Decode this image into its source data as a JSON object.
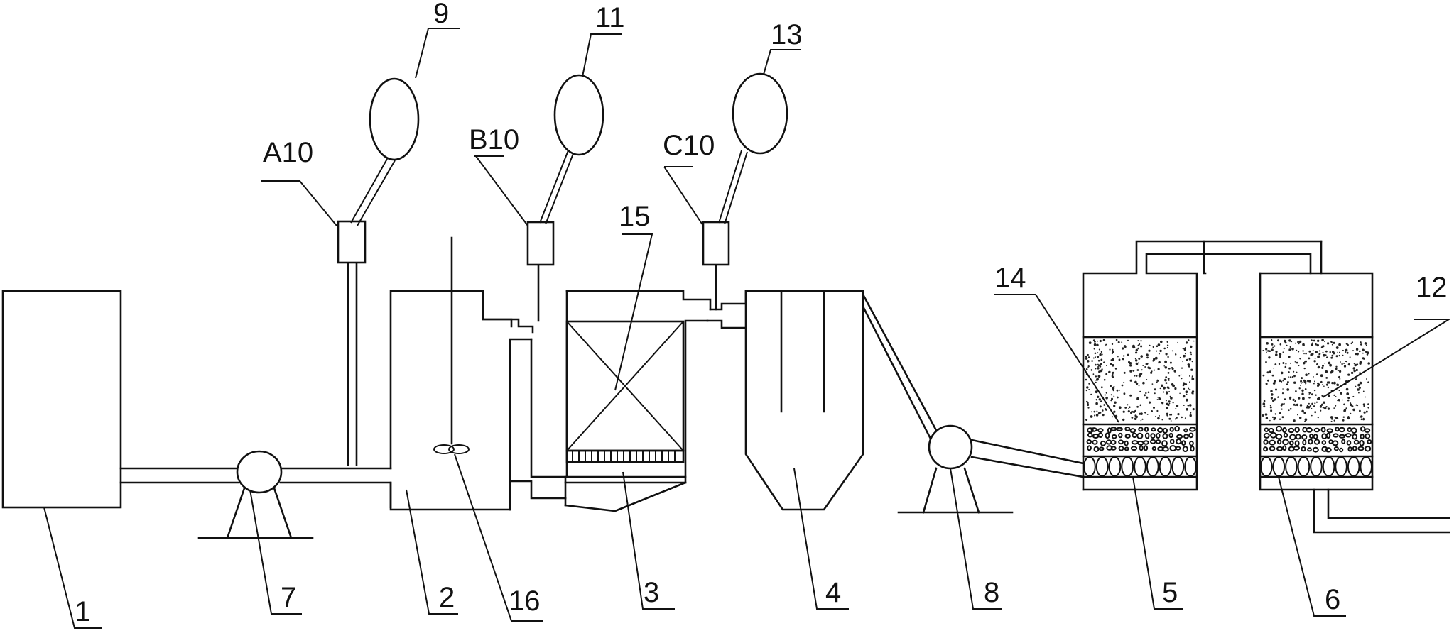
{
  "labels": {
    "n1": "1",
    "n2": "2",
    "n3": "3",
    "n4": "4",
    "n5": "5",
    "n6": "6",
    "n7": "7",
    "n8": "8",
    "n9": "9",
    "n11": "11",
    "n12": "12",
    "n13": "13",
    "n14": "14",
    "n15": "15",
    "n16": "16",
    "a10": "A10",
    "b10": "B10",
    "c10": "C10"
  }
}
